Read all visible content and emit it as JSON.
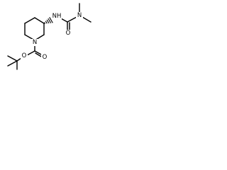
{
  "molecule": {
    "atoms": {
      "ring_n": "N",
      "amide_nh": "NH",
      "urea_n": "N",
      "urea_o": "O",
      "carbamate_o_carbonyl": "O",
      "carbamate_o_ester": "O"
    },
    "stereo": "hashed-wedge"
  },
  "colors": {
    "bond": "#000000",
    "label": "#000000",
    "background": "#ffffff"
  }
}
